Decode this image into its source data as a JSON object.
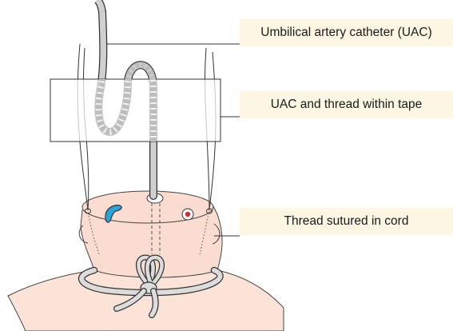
{
  "labels": {
    "uac": "Umbilical artery catheter (UAC)",
    "tape": "UAC and thread within tape",
    "thread": "Thread sutured in cord"
  },
  "colors": {
    "skin": "#fbe3d8",
    "stump": "#fbdcd0",
    "label_bg": "#fdf6e3",
    "catheter": "#c9c9c9",
    "vein_blue": "#2aa3d9",
    "artery_red": "#d7262e",
    "outline": "#333333"
  }
}
